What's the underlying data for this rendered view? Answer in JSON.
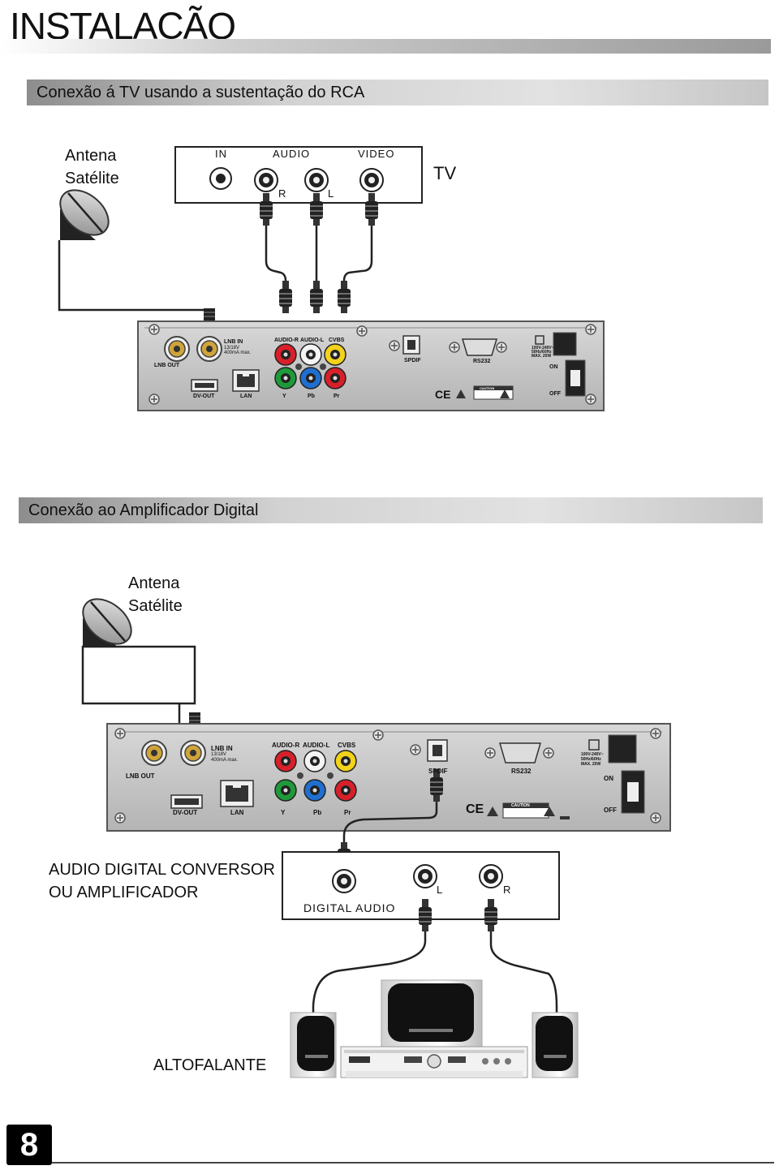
{
  "page_title": "INSTALAÇÃO",
  "page_number": "8",
  "section1": {
    "heading": "Conexão á TV usando a sustentação do RCA",
    "antenna_label_line1": "Antena",
    "antenna_label_line2": "Satélite",
    "tv_panel": {
      "in_label": "IN",
      "audio_label": "AUDIO",
      "video_label": "VIDEO",
      "r_label": "R",
      "l_label": "L"
    },
    "tv_label": "TV"
  },
  "section2": {
    "heading": "Conexão ao Amplificador Digital",
    "antenna_label_line1": "Antena",
    "antenna_label_line2": "Satélite",
    "converter_label_line1": "AUDIO DIGITAL CONVERSOR",
    "converter_label_line2": "OU AMPLIFICADOR",
    "digital_audio_label": "DIGITAL AUDIO",
    "l_label": "L",
    "r_label": "R",
    "speaker_label": "ALTOFALANTE"
  },
  "receiver_panel": {
    "lnb_in": "LNB IN",
    "lnb_spec1": "13/18V",
    "lnb_spec2": "400mA max.",
    "lnb_out": "LNB OUT",
    "dv_out": "DV-OUT",
    "lan": "LAN",
    "audio_r": "AUDIO-R",
    "audio_l": "AUDIO-L",
    "cvbs": "CVBS",
    "y": "Y",
    "pb": "Pb",
    "pr": "Pr",
    "spdif": "SPDIF",
    "rs232": "RS232",
    "power_spec1": "100V-240V~",
    "power_spec2": "50Hz/60Hz",
    "power_spec3": "MAX. 20W",
    "on": "ON",
    "off": "OFF",
    "caution": "CAUTION",
    "ce": "CE"
  },
  "colors": {
    "rca_red": "#d8202a",
    "rca_white": "#f4f4f4",
    "rca_yellow": "#f2d21a",
    "rca_green": "#1f9a3a",
    "rca_blue": "#1f6fd0",
    "panel_gray": "#c4c4c4"
  }
}
